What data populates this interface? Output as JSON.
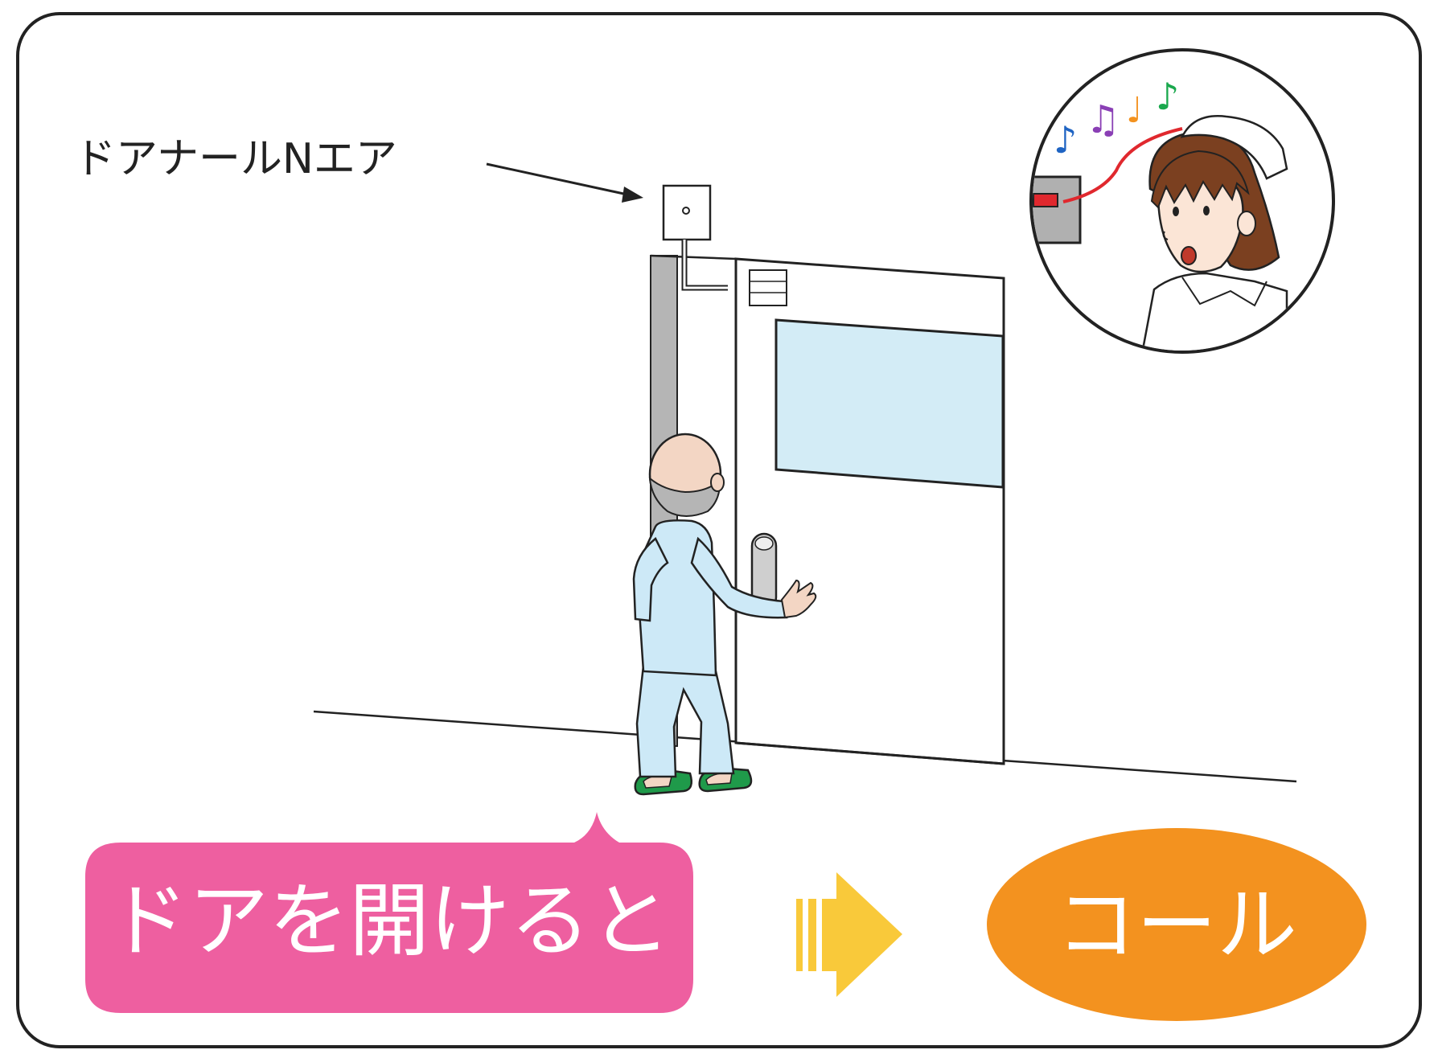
{
  "device_label": "ドアナールNエア",
  "bubble_text": "ドアを開けると",
  "result_text": "コール",
  "notes": [
    "♪",
    "♫",
    "♩",
    "♪"
  ],
  "colors": {
    "frame": "#222222",
    "bubble": "#ee5fa0",
    "result": "#f3921f",
    "arrow": "#f9c93a",
    "glass": "#d3ecf6",
    "pajama": "#cde9f7",
    "slipper": "#1f9a4a",
    "nurse_hair": "#7b4020",
    "cable": "#e0282e",
    "note_blue": "#1f64c3",
    "note_purple": "#8a3fb5",
    "note_orange": "#f3921f",
    "note_green": "#1aa84d"
  }
}
